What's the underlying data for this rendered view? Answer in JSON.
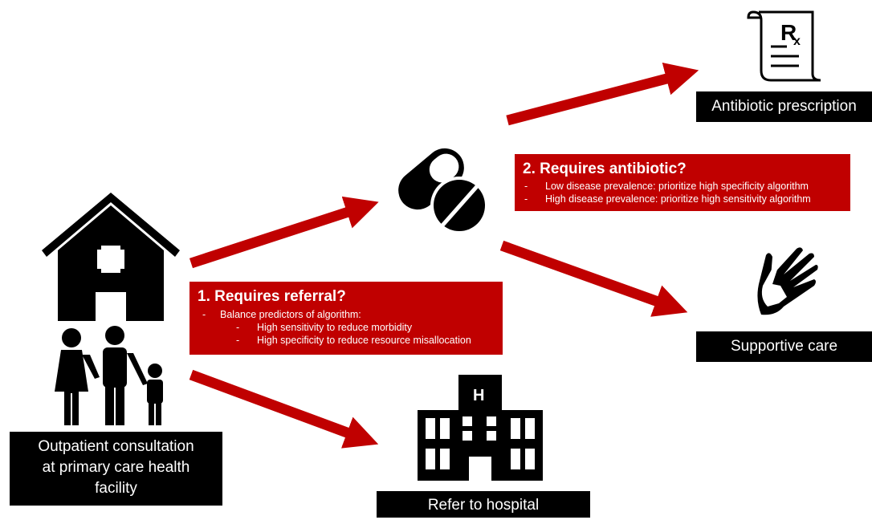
{
  "nodes": {
    "outpatient": {
      "line1": "Outpatient consultation",
      "line2": "at primary care health",
      "line3": "facility"
    },
    "antibiotic": {
      "label": "Antibiotic prescription"
    },
    "supportive": {
      "label": "Supportive care"
    },
    "hospital": {
      "label": "Refer to hospital"
    }
  },
  "referral_box": {
    "title": "1. Requires referral?",
    "dash": "-",
    "point": "Balance predictors of algorithm:",
    "subpoints": [
      {
        "dash": "-",
        "text": "High sensitivity to reduce morbidity"
      },
      {
        "dash": "-",
        "text": "High specificity to reduce resource misallocation"
      }
    ]
  },
  "antibiotic_box": {
    "title": "2. Requires antibiotic?",
    "points": [
      {
        "dash": "-",
        "text": "Low disease prevalence: prioritize high specificity algorithm"
      },
      {
        "dash": "-",
        "text": "High disease prevalence: prioritize high sensitivity algorithm"
      }
    ]
  },
  "rx_symbol": "R",
  "hospital_sign": "H",
  "colors": {
    "arrow": "#c00000",
    "box_red": "#c00000",
    "label_bg": "#000000",
    "icon": "#000000"
  },
  "icons": [
    "house-medical-icon",
    "family-icon",
    "pills-icon",
    "prescription-icon",
    "hands-icon",
    "hospital-icon"
  ]
}
